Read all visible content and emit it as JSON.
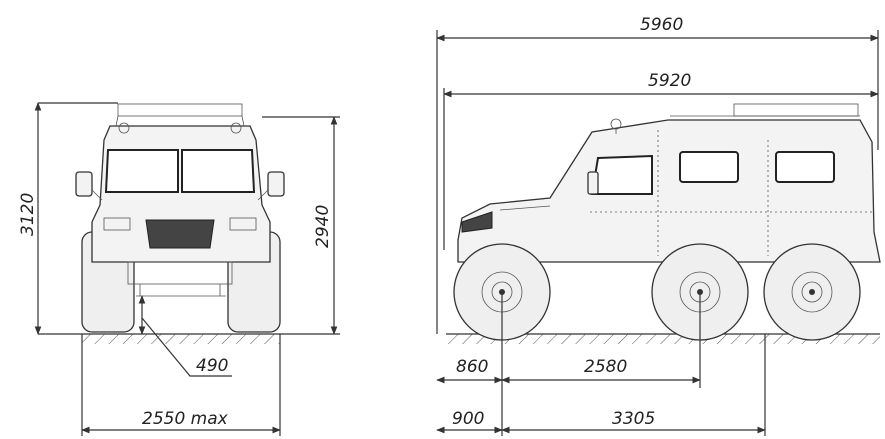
{
  "front_view": {
    "overall_height": "3120",
    "body_height": "2940",
    "ground_clearance": "490",
    "track_width": "2550 max"
  },
  "side_view": {
    "overall_length": "5960",
    "body_length": "5920",
    "front_overhang_top": "860",
    "wheelbase_front": "2580",
    "front_overhang_bottom": "900",
    "wheelbase_total": "3305"
  }
}
